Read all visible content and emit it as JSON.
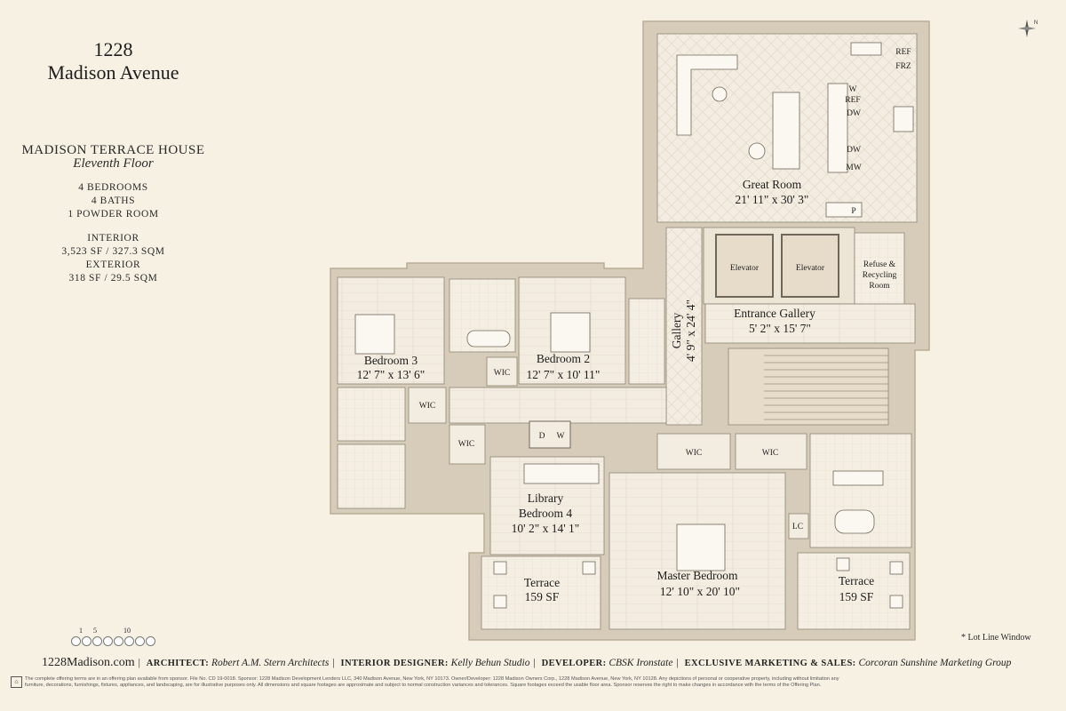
{
  "header": {
    "building_line1": "1228",
    "building_line2": "Madison Avenue"
  },
  "unit": {
    "name": "MADISON TERRACE HOUSE",
    "floor": "Eleventh Floor",
    "bedrooms": "4 BEDROOMS",
    "baths": "4 BATHS",
    "powder": "1 POWDER ROOM",
    "interior_label": "INTERIOR",
    "interior_area": "3,523 SF / 327.3 SQM",
    "exterior_label": "EXTERIOR",
    "exterior_area": "318 SF / 29.5 SQM"
  },
  "rooms": {
    "great_room": {
      "name": "Great Room",
      "dims": "21' 11\" x 30' 3\""
    },
    "elevator_1": "Elevator",
    "elevator_2": "Elevator",
    "refuse_1": "Refuse &",
    "refuse_2": "Recycling",
    "refuse_3": "Room",
    "entrance_gallery": {
      "name": "Entrance Gallery",
      "dims": "5' 2\" x 15' 7\""
    },
    "gallery": {
      "name": "Gallery",
      "dims": "4' 9\" x 24' 4\""
    },
    "bedroom3": {
      "name": "Bedroom 3",
      "dims": "12' 7\" x 13' 6\""
    },
    "bedroom2": {
      "name": "Bedroom 2",
      "dims": "12' 7\" x 10' 11\""
    },
    "library": {
      "name": "Library",
      "name2": "Bedroom 4",
      "dims": "10' 2\" x 14' 1\""
    },
    "master": {
      "name": "Master Bedroom",
      "dims": "12' 10\" x 20' 10\""
    },
    "terrace_left": {
      "name": "Terrace",
      "area": "159 SF"
    },
    "terrace_right": {
      "name": "Terrace",
      "area": "159 SF"
    },
    "wic": "WIC",
    "d": "D",
    "w": "W",
    "lc": "LC",
    "p": "P",
    "ref": "REF",
    "frz": "FRZ",
    "dw": "DW",
    "mw": "MW"
  },
  "scale": {
    "labels": [
      "1",
      "5",
      "10"
    ]
  },
  "lot_line_note": "* Lot Line Window",
  "footer": {
    "site": "1228Madison.com",
    "architect_label": "ARCHITECT:",
    "architect": "Robert A.M. Stern Architects",
    "designer_label": "INTERIOR DESIGNER:",
    "designer": "Kelly Behun Studio",
    "developer_label": "DEVELOPER:",
    "developer": "CBSK Ironstate",
    "marketing_label": "EXCLUSIVE MARKETING & SALES:",
    "marketing": "Corcoran Sunshine Marketing Group"
  },
  "disclaimer_1": "The complete offering terms are in an offering plan available from sponsor. File No. CD 19-0018. Sponsor: 1228 Madison Development Lenders LLC, 340 Madison Avenue, New York, NY 10173. Owner/Developer: 1228 Madison Owners Corp., 1228 Madison Avenue, New York, NY 10128. Any depictions of personal or cooperative property, including without limitation any",
  "disclaimer_2": "furniture, decorations, furnishings, fixtures, appliances, and landscaping, are for illustrative purposes only. All dimensions and square footages are approximate and subject to normal construction variances and tolerances. Square footages exceed the usable floor area. Sponsor reserves the right to make changes in accordance with the terms of the Offering Plan.",
  "colors": {
    "background": "#f7f1e4",
    "wall": "#d6ccb9",
    "wall_edge": "#b9ad96",
    "floor": "#f3ece0",
    "line": "#8e8575"
  }
}
